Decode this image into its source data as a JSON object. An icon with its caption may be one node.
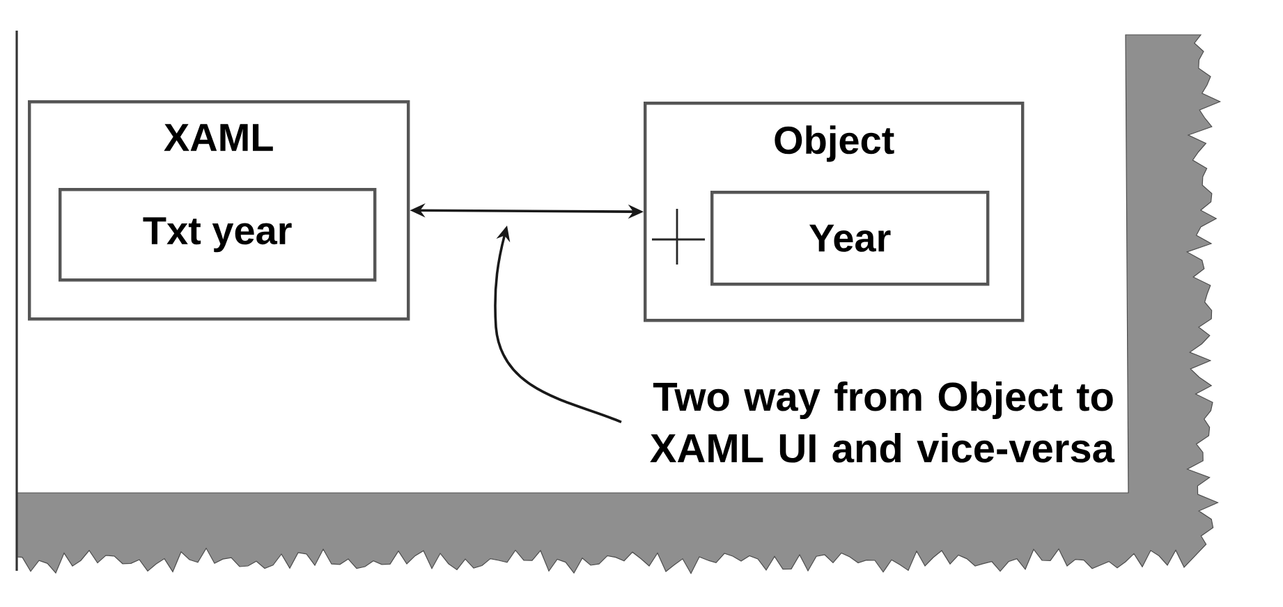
{
  "diagram": {
    "nodes": [
      {
        "text": [
          "XAML"
        ]
      },
      {
        "text": [
          "Txt year"
        ],
        "in": 0
      },
      {
        "text": [
          "Object"
        ]
      },
      {
        "text": [
          "Year"
        ],
        "in": 2
      },
      {
        "text": [
          "Two way from Object to XAML UI and vice-versa"
        ]
      }
    ],
    "edges": [
      {
        "from": 0,
        "to": 2,
        "arrow": "both"
      },
      {
        "from": 4,
        "to": null,
        "arrow": "to"
      }
    ]
  }
}
